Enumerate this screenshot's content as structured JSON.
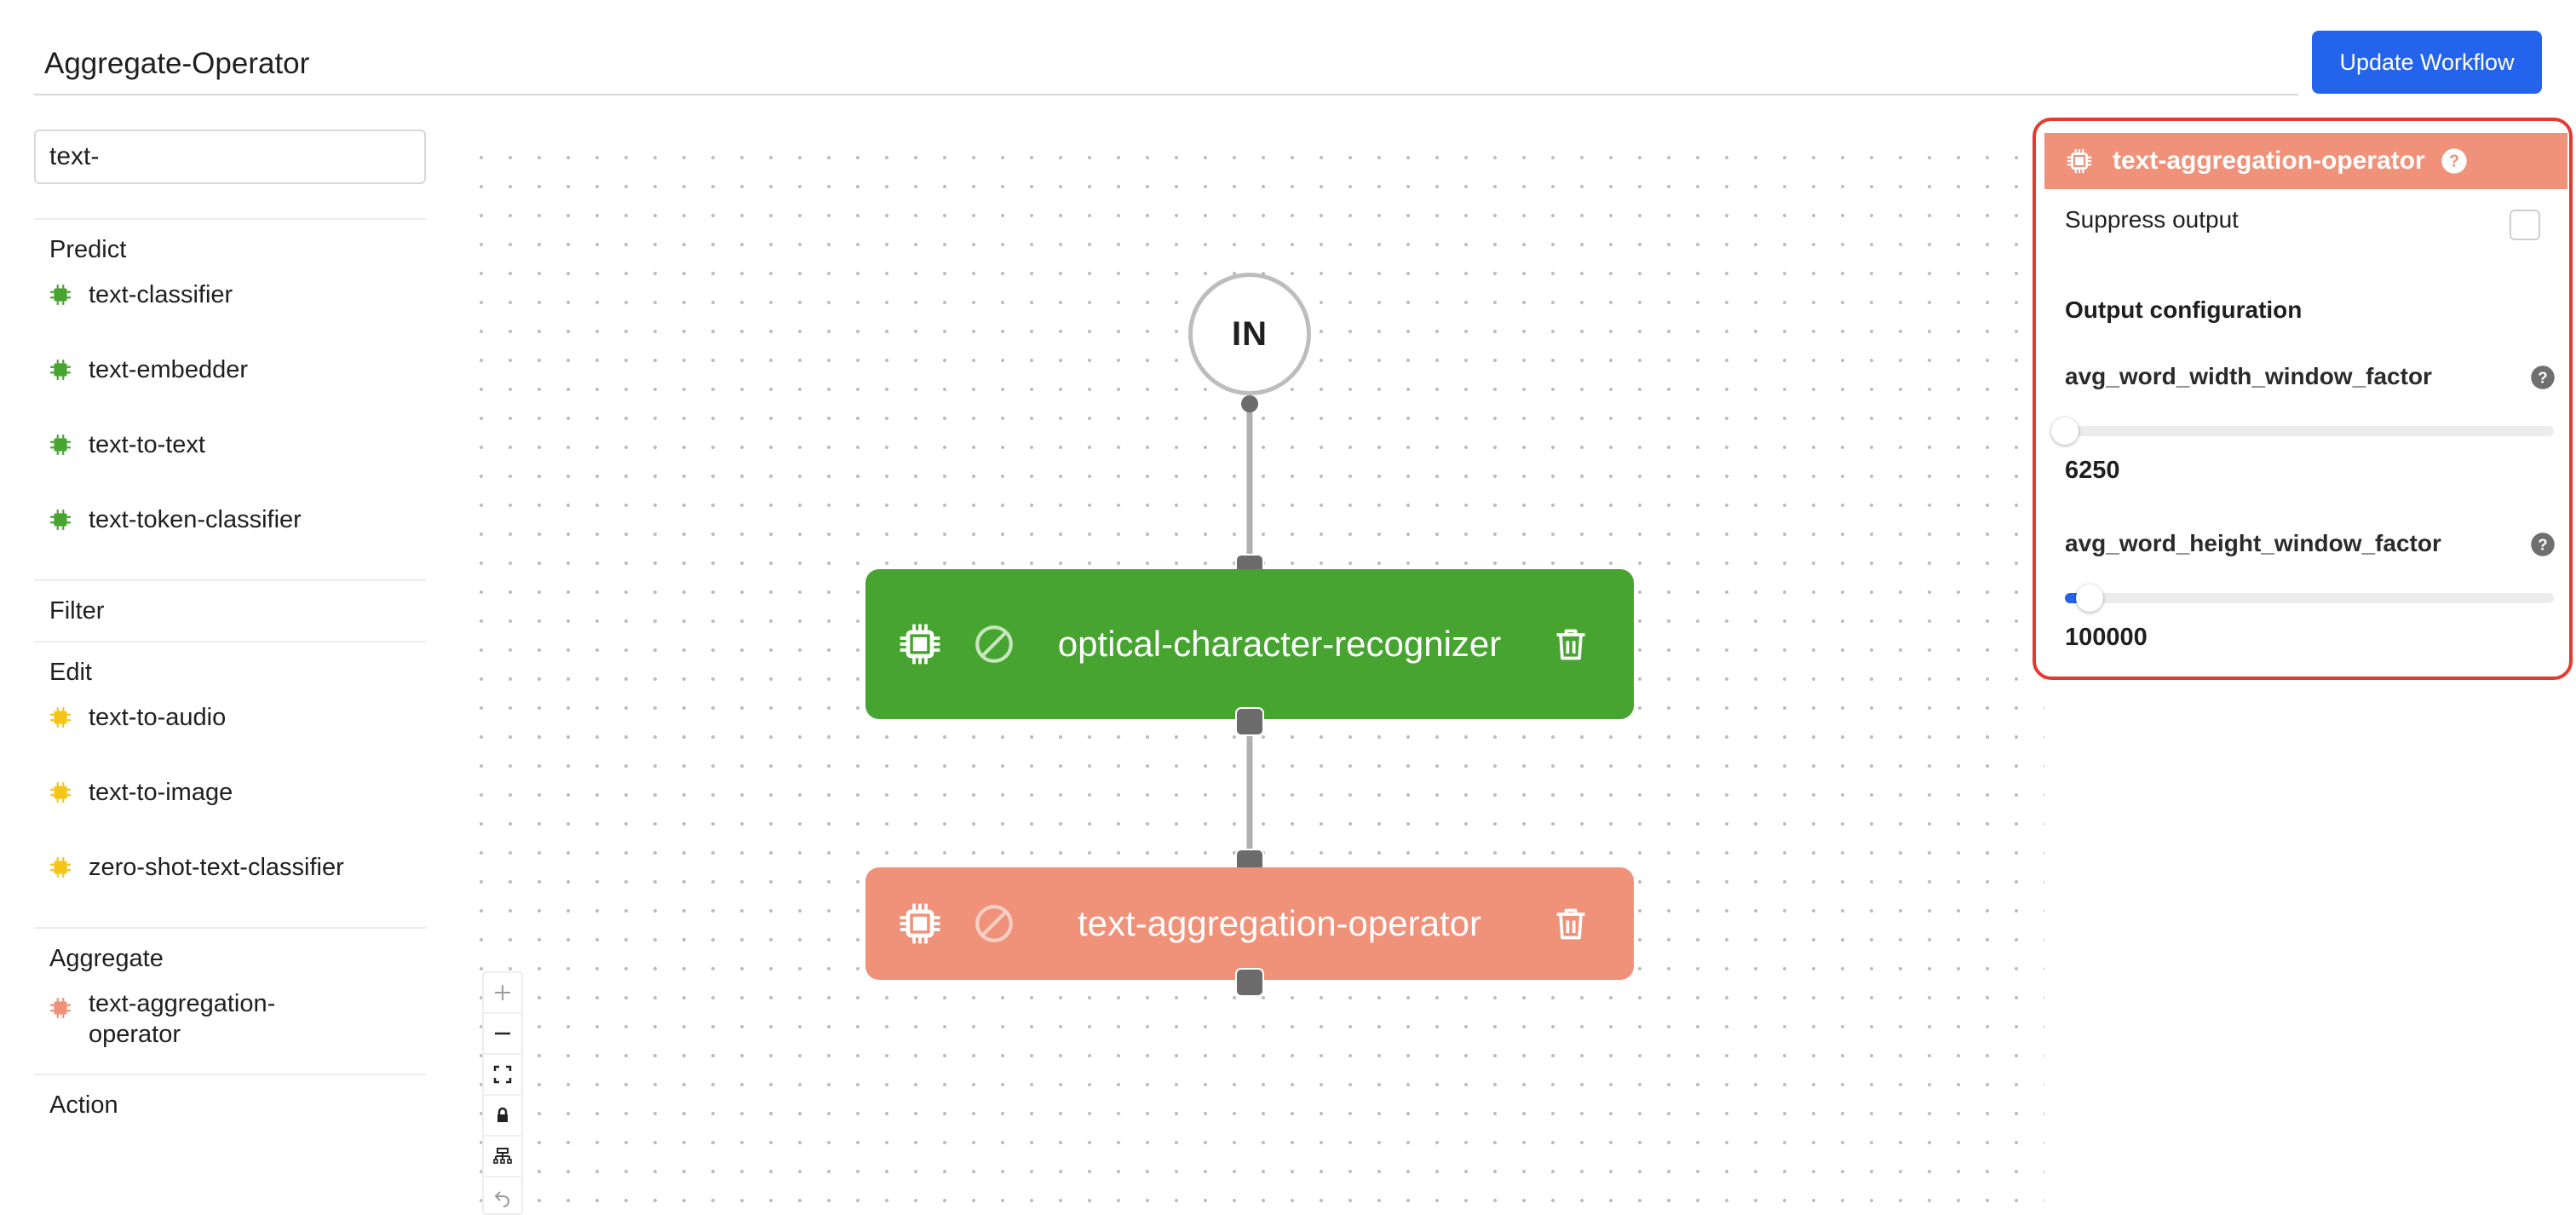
{
  "header": {
    "workflow_name": "Aggregate-Operator",
    "update_button": "Update Workflow"
  },
  "sidebar": {
    "search_value": "text-",
    "categories": [
      {
        "title": "Predict",
        "items": [
          {
            "label": "text-classifier",
            "color": "#47a431"
          },
          {
            "label": "text-embedder",
            "color": "#47a431"
          },
          {
            "label": "text-to-text",
            "color": "#47a431"
          },
          {
            "label": "text-token-classifier",
            "color": "#47a431"
          }
        ]
      },
      {
        "title": "Filter",
        "items": []
      },
      {
        "title": "Edit",
        "items": [
          {
            "label": "text-to-audio",
            "color": "#f5c518"
          },
          {
            "label": "text-to-image",
            "color": "#f5c518"
          },
          {
            "label": "zero-shot-text-classifier",
            "color": "#f5c518"
          }
        ]
      },
      {
        "title": "Aggregate",
        "items": [
          {
            "label": "text-aggregation-operator",
            "color": "#f0917a"
          }
        ]
      },
      {
        "title": "Action",
        "items": []
      }
    ]
  },
  "canvas": {
    "input_node": "IN",
    "nodes": [
      {
        "title": "optical-character-recognizer",
        "color": "#47a431"
      },
      {
        "title": "text-aggregation-operator",
        "color": "#f0917a"
      }
    ],
    "controls": [
      "zoom-in-icon",
      "zoom-out-icon",
      "fit-view-icon",
      "lock-icon",
      "layout-icon",
      "undo-icon"
    ]
  },
  "config_panel": {
    "operator_name": "text-aggregation-operator",
    "suppress_output_label": "Suppress output",
    "suppress_output_checked": false,
    "section_title": "Output configuration",
    "fields": [
      {
        "label": "avg_word_width_window_factor",
        "value": "6250",
        "slider_level": 0.0
      },
      {
        "label": "avg_word_height_window_factor",
        "value": "100000",
        "slider_level": 0.05
      }
    ],
    "accent_color": "#2463eb",
    "highlight_color": "#e43a2f"
  }
}
